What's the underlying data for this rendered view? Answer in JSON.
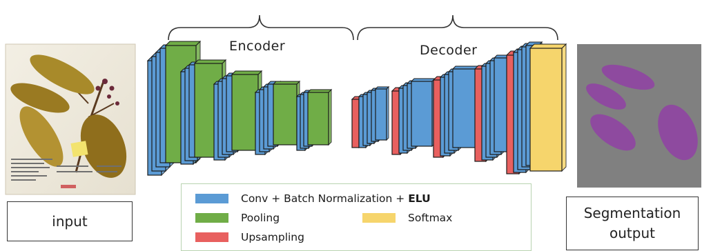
{
  "labels": {
    "encoder": "Encoder",
    "decoder": "Decoder",
    "input": "input",
    "output_line1": "Segmentation",
    "output_line2": "output"
  },
  "legend": {
    "conv_text": "Conv + Batch Normalization + ",
    "conv_bold": "ELU",
    "pooling": "Pooling",
    "upsampling": "Upsampling",
    "softmax": "Softmax"
  },
  "colors": {
    "conv": "#5b9bd5",
    "pooling": "#70ad47",
    "upsampling": "#e8605f",
    "softmax": "#f6d56c",
    "output_bg": "#808080",
    "leaf_segment": "#8e4a9f"
  },
  "images": {
    "input_icon": "herbarium-specimen-image",
    "output_icon": "segmentation-mask-image"
  }
}
